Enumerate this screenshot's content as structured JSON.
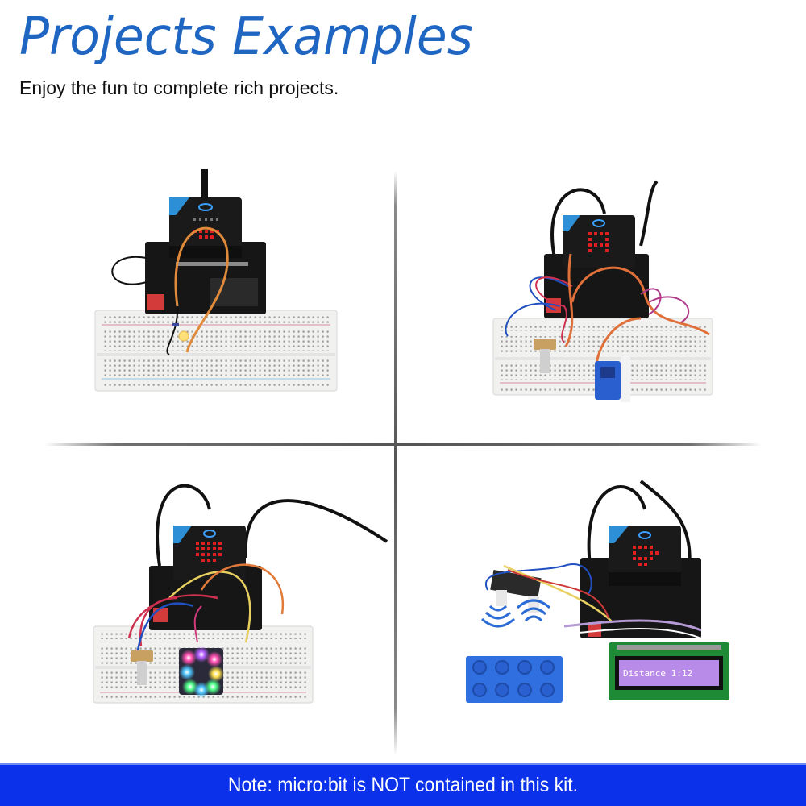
{
  "header": {
    "title": "Projects Examples",
    "subtitle": "Enjoy the fun to complete rich projects.",
    "title_color": "#1f66c2"
  },
  "projects": [
    {
      "position": "top-left",
      "description": "micro:bit on expansion board with breadboard, single LED circuit",
      "components": [
        "micro:bit",
        "expansion-board",
        "breadboard",
        "led",
        "jumper-wires"
      ]
    },
    {
      "position": "top-right",
      "description": "micro:bit on expansion board with potentiometer and servo motor",
      "components": [
        "micro:bit",
        "expansion-board",
        "breadboard",
        "potentiometer",
        "servo",
        "jumper-wires"
      ]
    },
    {
      "position": "bottom-left",
      "description": "micro:bit on expansion board with potentiometer and RGB LED ring",
      "components": [
        "micro:bit",
        "expansion-board",
        "breadboard",
        "potentiometer",
        "rgb-led-module",
        "jumper-wires"
      ]
    },
    {
      "position": "bottom-right",
      "description": "micro:bit with ultrasonic sensor, LCD display and building brick",
      "components": [
        "micro:bit",
        "expansion-board",
        "ultrasonic-sensor",
        "lcd1602",
        "building-brick"
      ],
      "lcd_text": "Distance 1:12"
    }
  ],
  "footer": {
    "note": "Note: micro:bit is NOT contained in this kit.",
    "banner_color": "#0b32ea"
  }
}
